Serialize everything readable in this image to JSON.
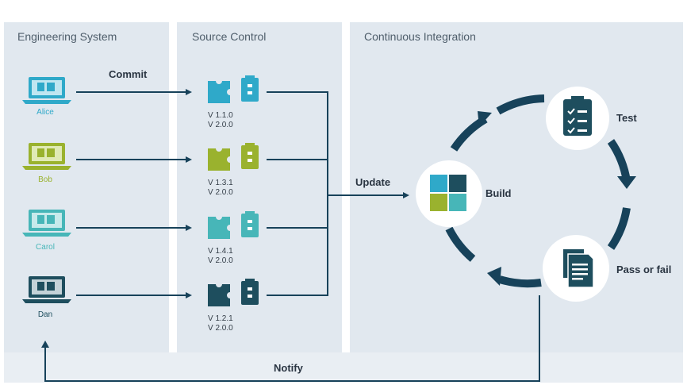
{
  "sections": {
    "engineering": "Engineering System",
    "source_control": "Source Control",
    "ci": "Continuous Integration"
  },
  "developers": [
    {
      "name": "Alice",
      "color": "#2fa9c9"
    },
    {
      "name": "Bob",
      "color": "#9ab22e"
    },
    {
      "name": "Carol",
      "color": "#47b6b8"
    },
    {
      "name": "Dan",
      "color": "#1e4e5e"
    }
  ],
  "repos": [
    {
      "v1": "V 1.1.0",
      "v2": "V 2.0.0"
    },
    {
      "v1": "V 1.3.1",
      "v2": "V 2.0.0"
    },
    {
      "v1": "V 1.4.1",
      "v2": "V 2.0.0"
    },
    {
      "v1": "V 1.2.1",
      "v2": "V 2.0.0"
    }
  ],
  "labels": {
    "commit": "Commit",
    "update": "Update",
    "build": "Build",
    "test": "Test",
    "pass_fail": "Pass or fail",
    "notify": "Notify"
  },
  "colors": {
    "panel": "#e1e8ef",
    "arrow": "#17425a",
    "text": "#2a3542"
  }
}
